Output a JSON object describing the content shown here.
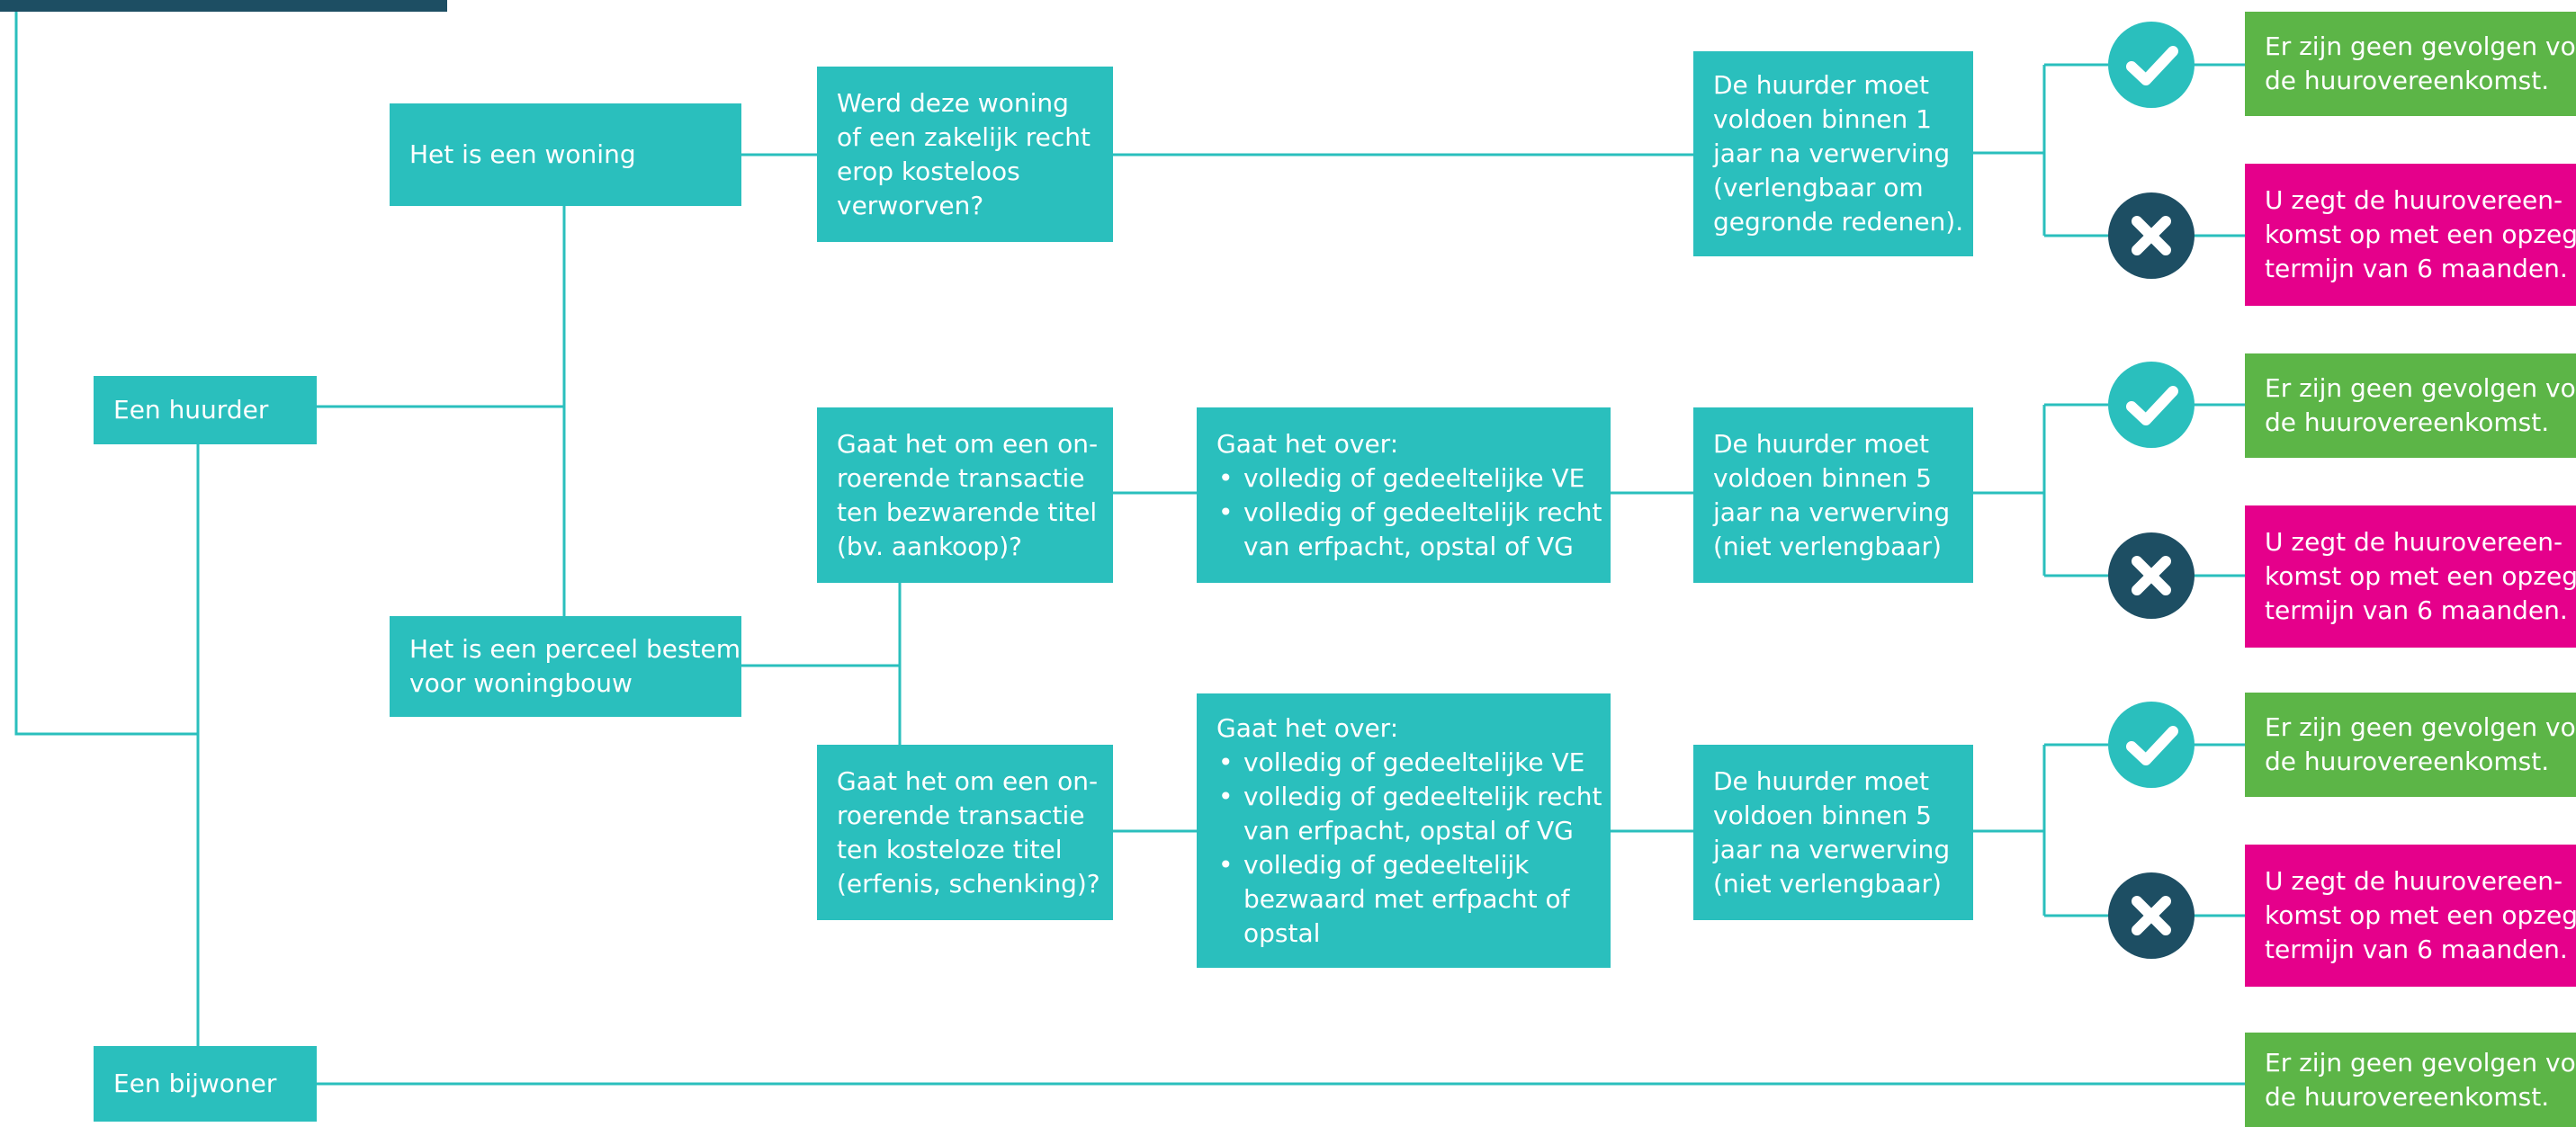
{
  "colors": {
    "teal": "#2abfbd",
    "green": "#5cb547",
    "pink": "#e5008b",
    "navy": "#1d4e63",
    "connector": "#2abfbd"
  },
  "nodes": {
    "huurder": [
      "Een huurder"
    ],
    "bijwoner": [
      "Een bijwoner"
    ],
    "woning": [
      "Het is een woning"
    ],
    "perceel": [
      "Het is een perceel bestemd",
      "voor woningbouw"
    ],
    "kosteloos_verworven": [
      "Werd deze woning",
      "of een zakelijk recht",
      "erop kosteloos",
      "verworven?"
    ],
    "bezwarende_titel": [
      "Gaat het om een on-",
      "roerende transactie",
      "ten bezwarende titel",
      "(bv. aankoop)?"
    ],
    "kosteloze_titel": [
      "Gaat het om een on-",
      "roerende transactie",
      "ten kosteloze titel",
      "(erfenis, schenking)?"
    ],
    "gaat_over_1": {
      "heading": "Gaat het over:",
      "bullets": [
        [
          "volledig of gedeeltelijke VE"
        ],
        [
          "volledig of gedeeltelijk recht",
          "van erfpacht, opstal of VG"
        ]
      ]
    },
    "gaat_over_2": {
      "heading": "Gaat het over:",
      "bullets": [
        [
          "volledig of gedeeltelijke VE"
        ],
        [
          "volledig of gedeeltelijk recht",
          "van erfpacht, opstal of VG"
        ],
        [
          "volledig of gedeeltelijk",
          "bezwaard met erfpacht of",
          "opstal"
        ]
      ]
    },
    "voldoen_1jaar": [
      "De huurder moet",
      "voldoen binnen 1",
      "jaar na verwerving",
      "(verlengbaar om",
      "gegronde redenen)."
    ],
    "voldoen_5jaar_a": [
      "De huurder moet",
      "voldoen binnen 5",
      "jaar na verwerving",
      "(niet verlengbaar)"
    ],
    "voldoen_5jaar_b": [
      "De huurder moet",
      "voldoen binnen 5",
      "jaar na verwerving",
      "(niet verlengbaar)"
    ],
    "geen_gevolgen_1": [
      "Er zijn geen gevolgen voor",
      "de huurovereenkomst."
    ],
    "geen_gevolgen_2": [
      "Er zijn geen gevolgen voor",
      "de huurovereenkomst."
    ],
    "geen_gevolgen_3": [
      "Er zijn geen gevolgen voor",
      "de huurovereenkomst."
    ],
    "geen_gevolgen_4": [
      "Er zijn geen gevolgen voor",
      "de huurovereenkomst."
    ],
    "opzeg_1": [
      "U zegt de huurovereen-",
      "komst op met een opzeg-",
      "termijn van 6 maanden."
    ],
    "opzeg_2": [
      "U zegt de huurovereen-",
      "komst op met een opzeg-",
      "termijn van 6 maanden."
    ],
    "opzeg_3": [
      "U zegt de huurovereen-",
      "komst op met een opzeg-",
      "termijn van 6 maanden."
    ]
  },
  "icons": {
    "yes": "checkmark-icon",
    "no": "cross-icon"
  }
}
